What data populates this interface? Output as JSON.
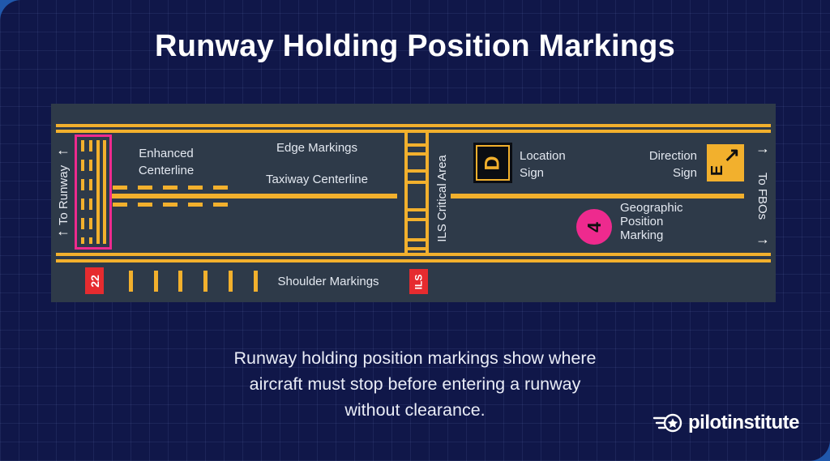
{
  "title": "Runway Holding Position Markings",
  "caption": "Runway holding position markings show where\naircraft must stop before entering a runway\nwithout clearance.",
  "colors": {
    "background_blue": "#2058ac",
    "card_navy": "#101749",
    "panel_slate": "#2e3a49",
    "marking_yellow": "#f2b02d",
    "magenta_pink": "#ee2a8e",
    "sign_red": "#e62b2f",
    "sign_black": "#0b0d12"
  },
  "diagram": {
    "direction_left": {
      "label": "To Runway",
      "arrow_icon": "←"
    },
    "direction_right": {
      "label": "To FBOs",
      "arrow_icon": "→"
    },
    "labels": {
      "enhanced_centerline": "Enhanced\nCenterline",
      "edge_markings": "Edge Markings",
      "taxiway_centerline": "Taxiway Centerline",
      "ils_critical_area": "ILS Critical Area",
      "shoulder_markings": "Shoulder Markings",
      "location_sign": "Location\nSign",
      "direction_sign": "Direction\nSign",
      "geographic_position_marking": "Geographic\nPosition\nMarking"
    },
    "signs": {
      "location_letter": "D",
      "direction_letter": "E",
      "direction_arrow_icon": "↗",
      "geographic_number": "4",
      "runway_number": "22",
      "ils": "ILS"
    }
  },
  "logo": {
    "name": "pilotinstitute"
  }
}
